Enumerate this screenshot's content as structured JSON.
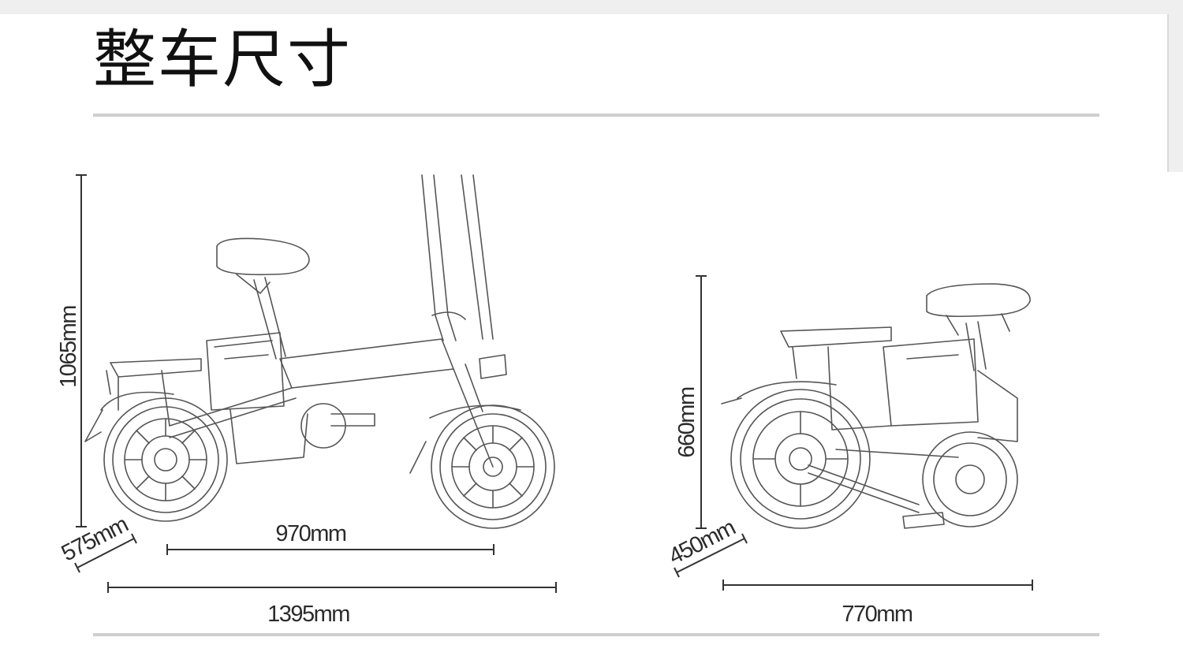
{
  "title": "整车尺寸",
  "unfolded": {
    "height": "1065mm",
    "width": "575mm",
    "wheelbase": "970mm",
    "length": "1395mm"
  },
  "folded": {
    "height": "660mm",
    "width": "450mm",
    "length": "770mm"
  }
}
